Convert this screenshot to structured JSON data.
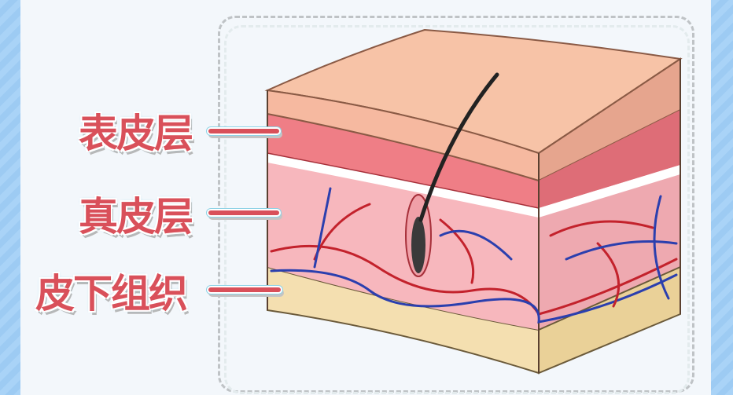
{
  "labels": {
    "epidermis": "表皮层",
    "dermis": "真皮层",
    "subcutaneous": "皮下组织"
  },
  "colors": {
    "label_text": "#d9505a",
    "epidermis": "#f6b9a0",
    "dermis": "#f7b7bd",
    "subcutaneous": "#f4dfb0",
    "artery": "#c3222c",
    "vein": "#2b3fae"
  }
}
